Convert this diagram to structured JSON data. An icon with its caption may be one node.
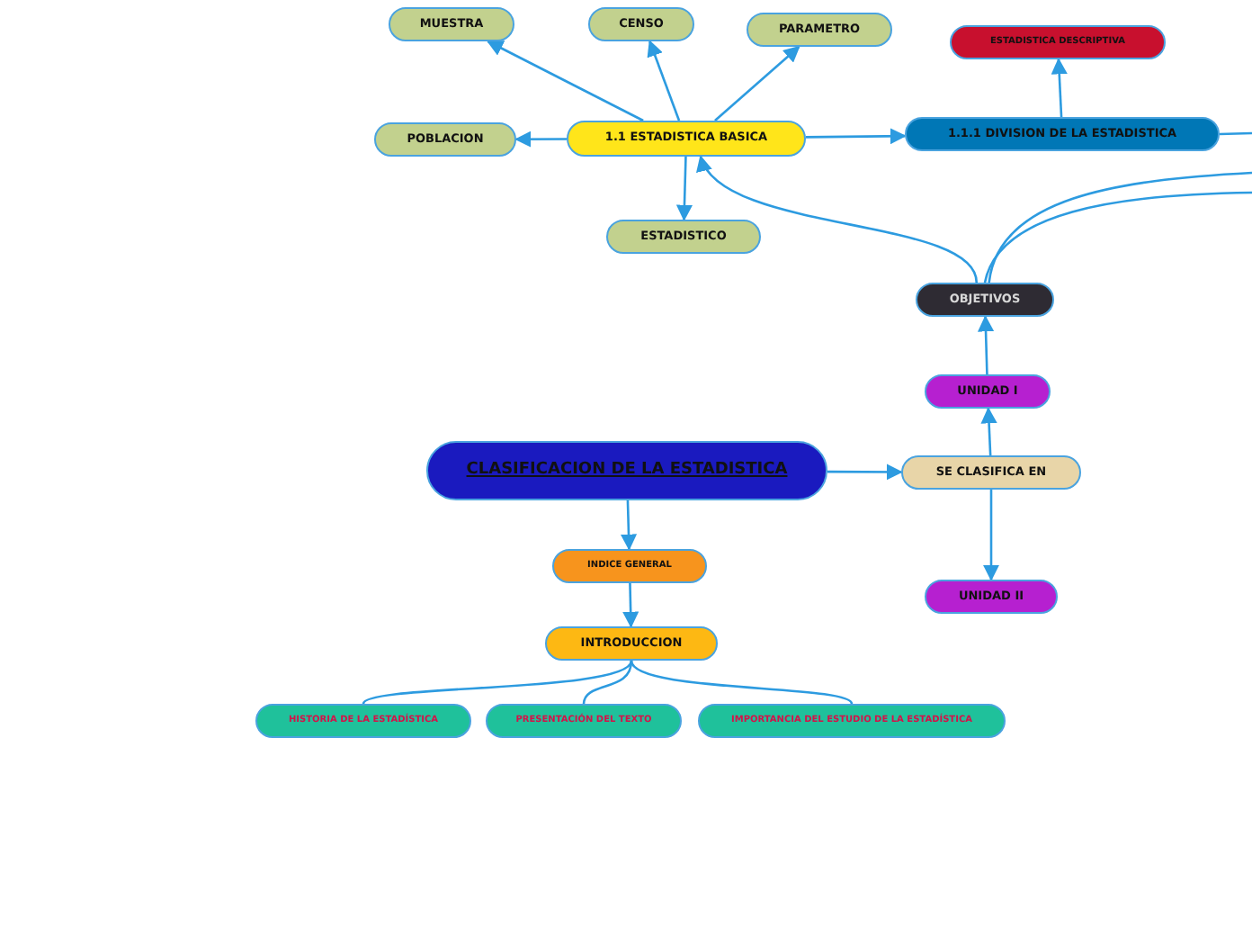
{
  "diagram": {
    "nodes": [
      {
        "text": [
          "CLASIFICACION DE LA ESTADISTICA"
        ]
      },
      {
        "text": [
          "SE CLASIFICA EN"
        ]
      },
      {
        "text": [
          "UNIDAD I"
        ]
      },
      {
        "text": [
          "UNIDAD II"
        ]
      },
      {
        "text": [
          "OBJETIVOS"
        ]
      },
      {
        "text": [
          "1.1 ESTADISTICA BASICA"
        ]
      },
      {
        "text": [
          "MUESTRA"
        ]
      },
      {
        "text": [
          "CENSO"
        ]
      },
      {
        "text": [
          "PARAMETRO"
        ]
      },
      {
        "text": [
          "POBLACION"
        ]
      },
      {
        "text": [
          "ESTADISTICO"
        ]
      },
      {
        "text": [
          "1.1.1 DIVISION DE LA ESTADISTICA"
        ]
      },
      {
        "text": [
          "ESTADISTICA DESCRIPTIVA"
        ]
      },
      {
        "text": [
          "INDICE GENERAL"
        ]
      },
      {
        "text": [
          "INTRODUCCION"
        ]
      },
      {
        "text": [
          "HISTORIA DE LA ESTADÍSTICA"
        ]
      },
      {
        "text": [
          "PRESENTACIÓN DEL TEXTO"
        ]
      },
      {
        "text": [
          "IMPORTANCIA DEL ESTUDIO DE LA ESTADÍSTICA"
        ]
      }
    ],
    "edges": [
      {
        "from": 0,
        "to": 1,
        "arrow": "to"
      },
      {
        "from": 1,
        "to": 2,
        "arrow": "to"
      },
      {
        "from": 1,
        "to": 3,
        "arrow": "to"
      },
      {
        "from": 2,
        "to": 4,
        "arrow": "to"
      },
      {
        "from": 4,
        "to": 5,
        "arrow": "to"
      },
      {
        "from": 4,
        "to": null,
        "arrow": "none"
      },
      {
        "from": 4,
        "to": null,
        "arrow": "none"
      },
      {
        "from": 5,
        "to": 6,
        "arrow": "to"
      },
      {
        "from": 5,
        "to": 7,
        "arrow": "to"
      },
      {
        "from": 5,
        "to": 8,
        "arrow": "to"
      },
      {
        "from": 5,
        "to": 9,
        "arrow": "to"
      },
      {
        "from": 5,
        "to": 10,
        "arrow": "to"
      },
      {
        "from": 5,
        "to": 11,
        "arrow": "to"
      },
      {
        "from": 11,
        "to": 12,
        "arrow": "to"
      },
      {
        "from": 11,
        "to": null,
        "arrow": "none"
      },
      {
        "from": 0,
        "to": 13,
        "arrow": "to"
      },
      {
        "from": 13,
        "to": 14,
        "arrow": "to"
      },
      {
        "from": 14,
        "to": 15,
        "arrow": "none"
      },
      {
        "from": 14,
        "to": 16,
        "arrow": "none"
      },
      {
        "from": 14,
        "to": 17,
        "arrow": "none"
      }
    ]
  }
}
